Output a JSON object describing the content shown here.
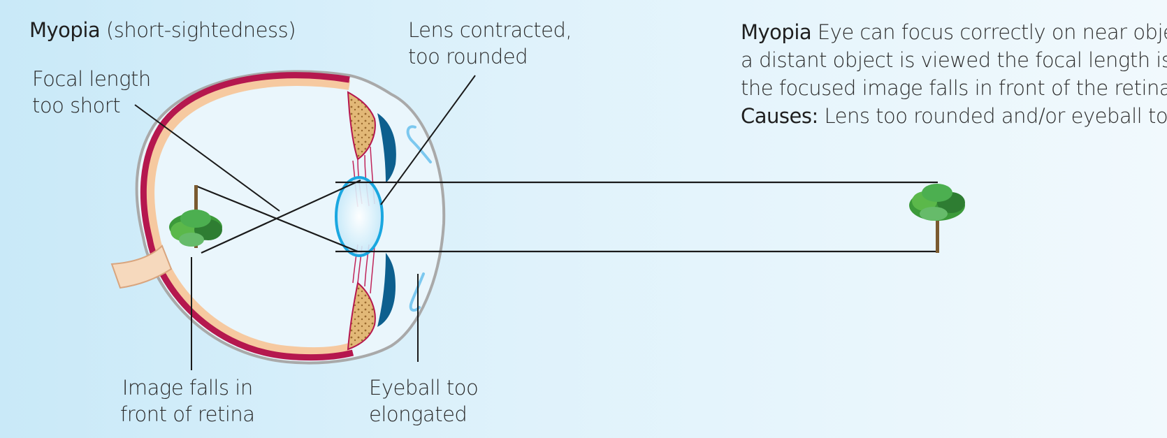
{
  "title": {
    "bold": "Myopia",
    "rest": "(short-sightedness)"
  },
  "labels": {
    "focal_1": "Focal length",
    "focal_2": "too short",
    "lens_1": "Lens contracted,",
    "lens_2": "too rounded",
    "image_1": "Image falls in",
    "image_2": "front of retina",
    "eyeball_1": "Eyeball too",
    "eyeball_2": "elongated"
  },
  "description": {
    "bold1": "Myopia",
    "line1": "Eye can focus correctly on near objec",
    "line2": "a distant object is viewed the focal length is t",
    "line3": "the focused image falls in front of the retina.",
    "bold2": "Causes:",
    "line4": "Lens too rounded and/or eyeball too"
  },
  "colors": {
    "sclera": "#b9b9b9",
    "choroid": "#f6c9a0",
    "retina": "#b5174e",
    "lens": "#1aa7e0",
    "iris": "#0d5f8e",
    "cornea": "#7cc8ef",
    "ray": "#1a1a1a"
  }
}
